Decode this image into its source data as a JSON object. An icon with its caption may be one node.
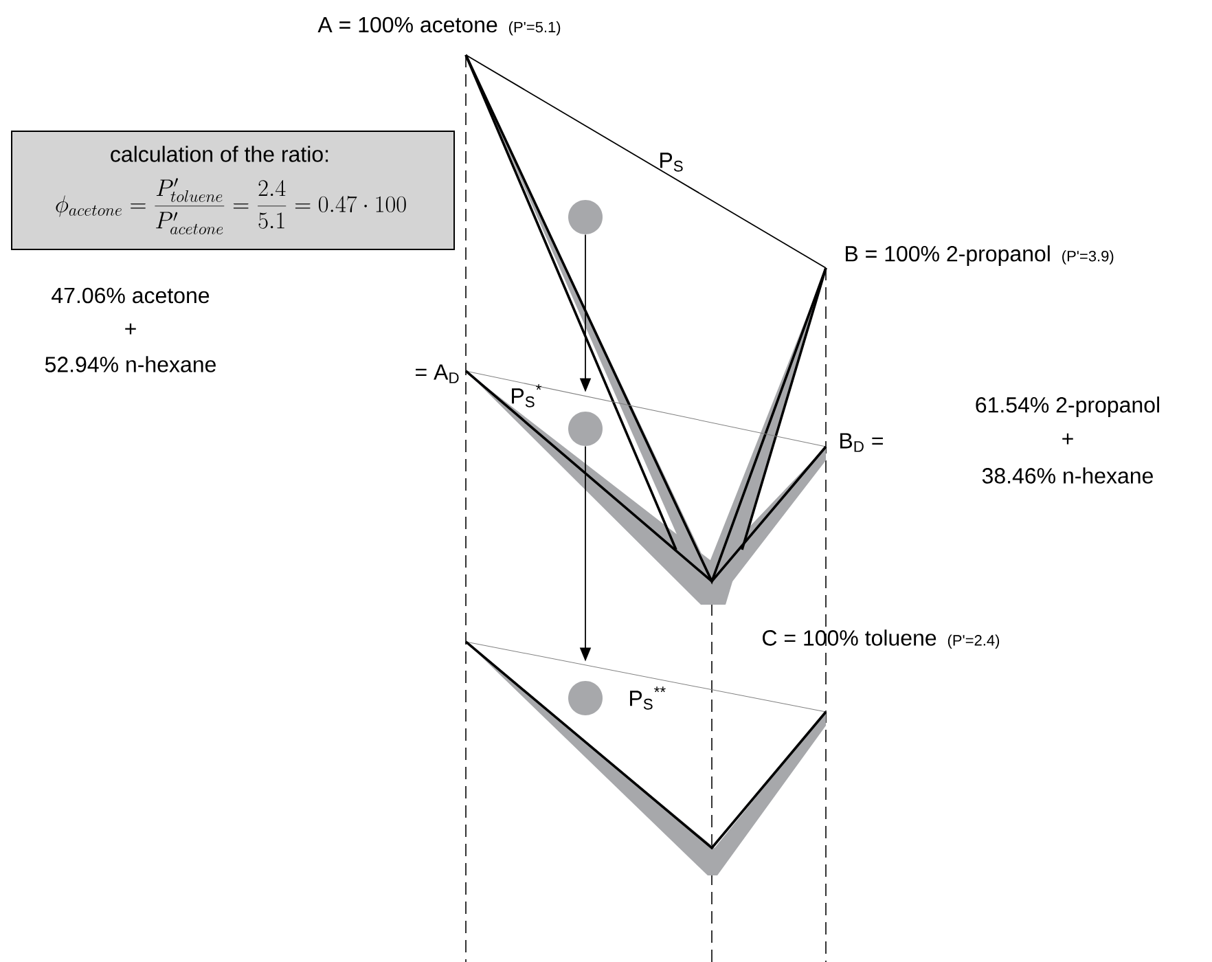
{
  "diagram": {
    "nodes": [
      {
        "text": [
          "calculation of the ratio:",
          "\\phi_{acetone}=\\frac{P'_{toluene}}{P'_{acetone}}=\\frac{2.4}{5.1}=0.47\\cdot 100"
        ]
      },
      {
        "text": [],
        "shape": "circle"
      },
      {
        "text": [],
        "shape": "circle"
      },
      {
        "text": [],
        "shape": "circle"
      }
    ],
    "edges": [
      {
        "from": 1,
        "to": 2,
        "arrow": "to"
      },
      {
        "from": 2,
        "to": 3,
        "arrow": "to"
      }
    ],
    "labels": [
      "A = 100% acetone",
      "(P'=5.1)",
      "P$_{S}$",
      "B = 100% 2-propanol",
      "(P'=3.9)",
      "47.06% acetone",
      "+",
      "52.94% n-hexane",
      "= A$_{D}$",
      "P$_{S}$$^{*}$",
      "61.54% 2-propanol",
      "B$_{D}$ =",
      "+",
      "38.46% n-hexane",
      "C = 100% toluene",
      "(P'=2.4)",
      "P$_{S}$$^{**}$"
    ]
  }
}
